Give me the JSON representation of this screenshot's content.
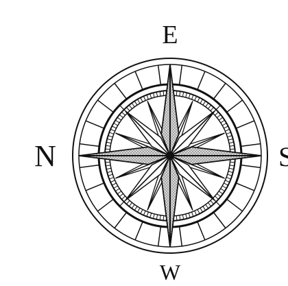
{
  "compass": {
    "labels": {
      "top": "E",
      "left": "N",
      "bottom": "W",
      "right": "S"
    },
    "ink_color": "#111111",
    "background_color": "#ffffff",
    "shade_color": "#c9c9c9",
    "rose_points": 16,
    "outer_ring_segments": 24
  }
}
